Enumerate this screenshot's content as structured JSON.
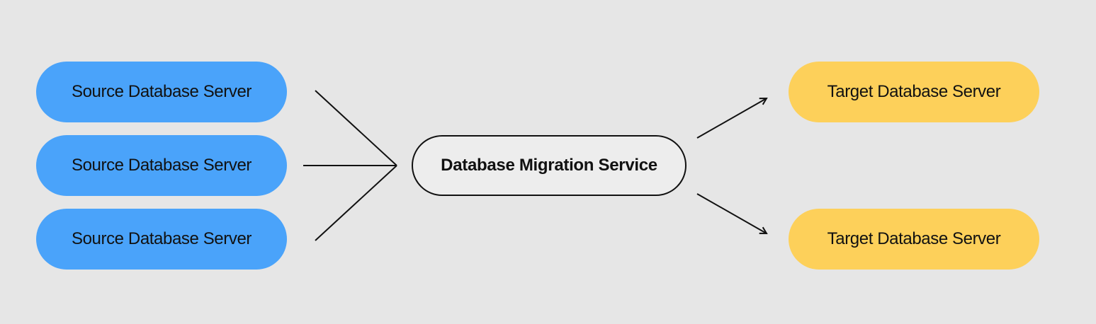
{
  "sources": [
    {
      "label": "Source Database Server"
    },
    {
      "label": "Source Database Server"
    },
    {
      "label": "Source Database Server"
    }
  ],
  "service": {
    "label": "Database Migration Service"
  },
  "targets": [
    {
      "label": "Target Database Server"
    },
    {
      "label": "Target Database Server"
    }
  ],
  "colors": {
    "background": "#e6e6e6",
    "source_fill": "#4aa3fa",
    "target_fill": "#fdd05a",
    "service_border": "#111111",
    "line": "#111111"
  }
}
